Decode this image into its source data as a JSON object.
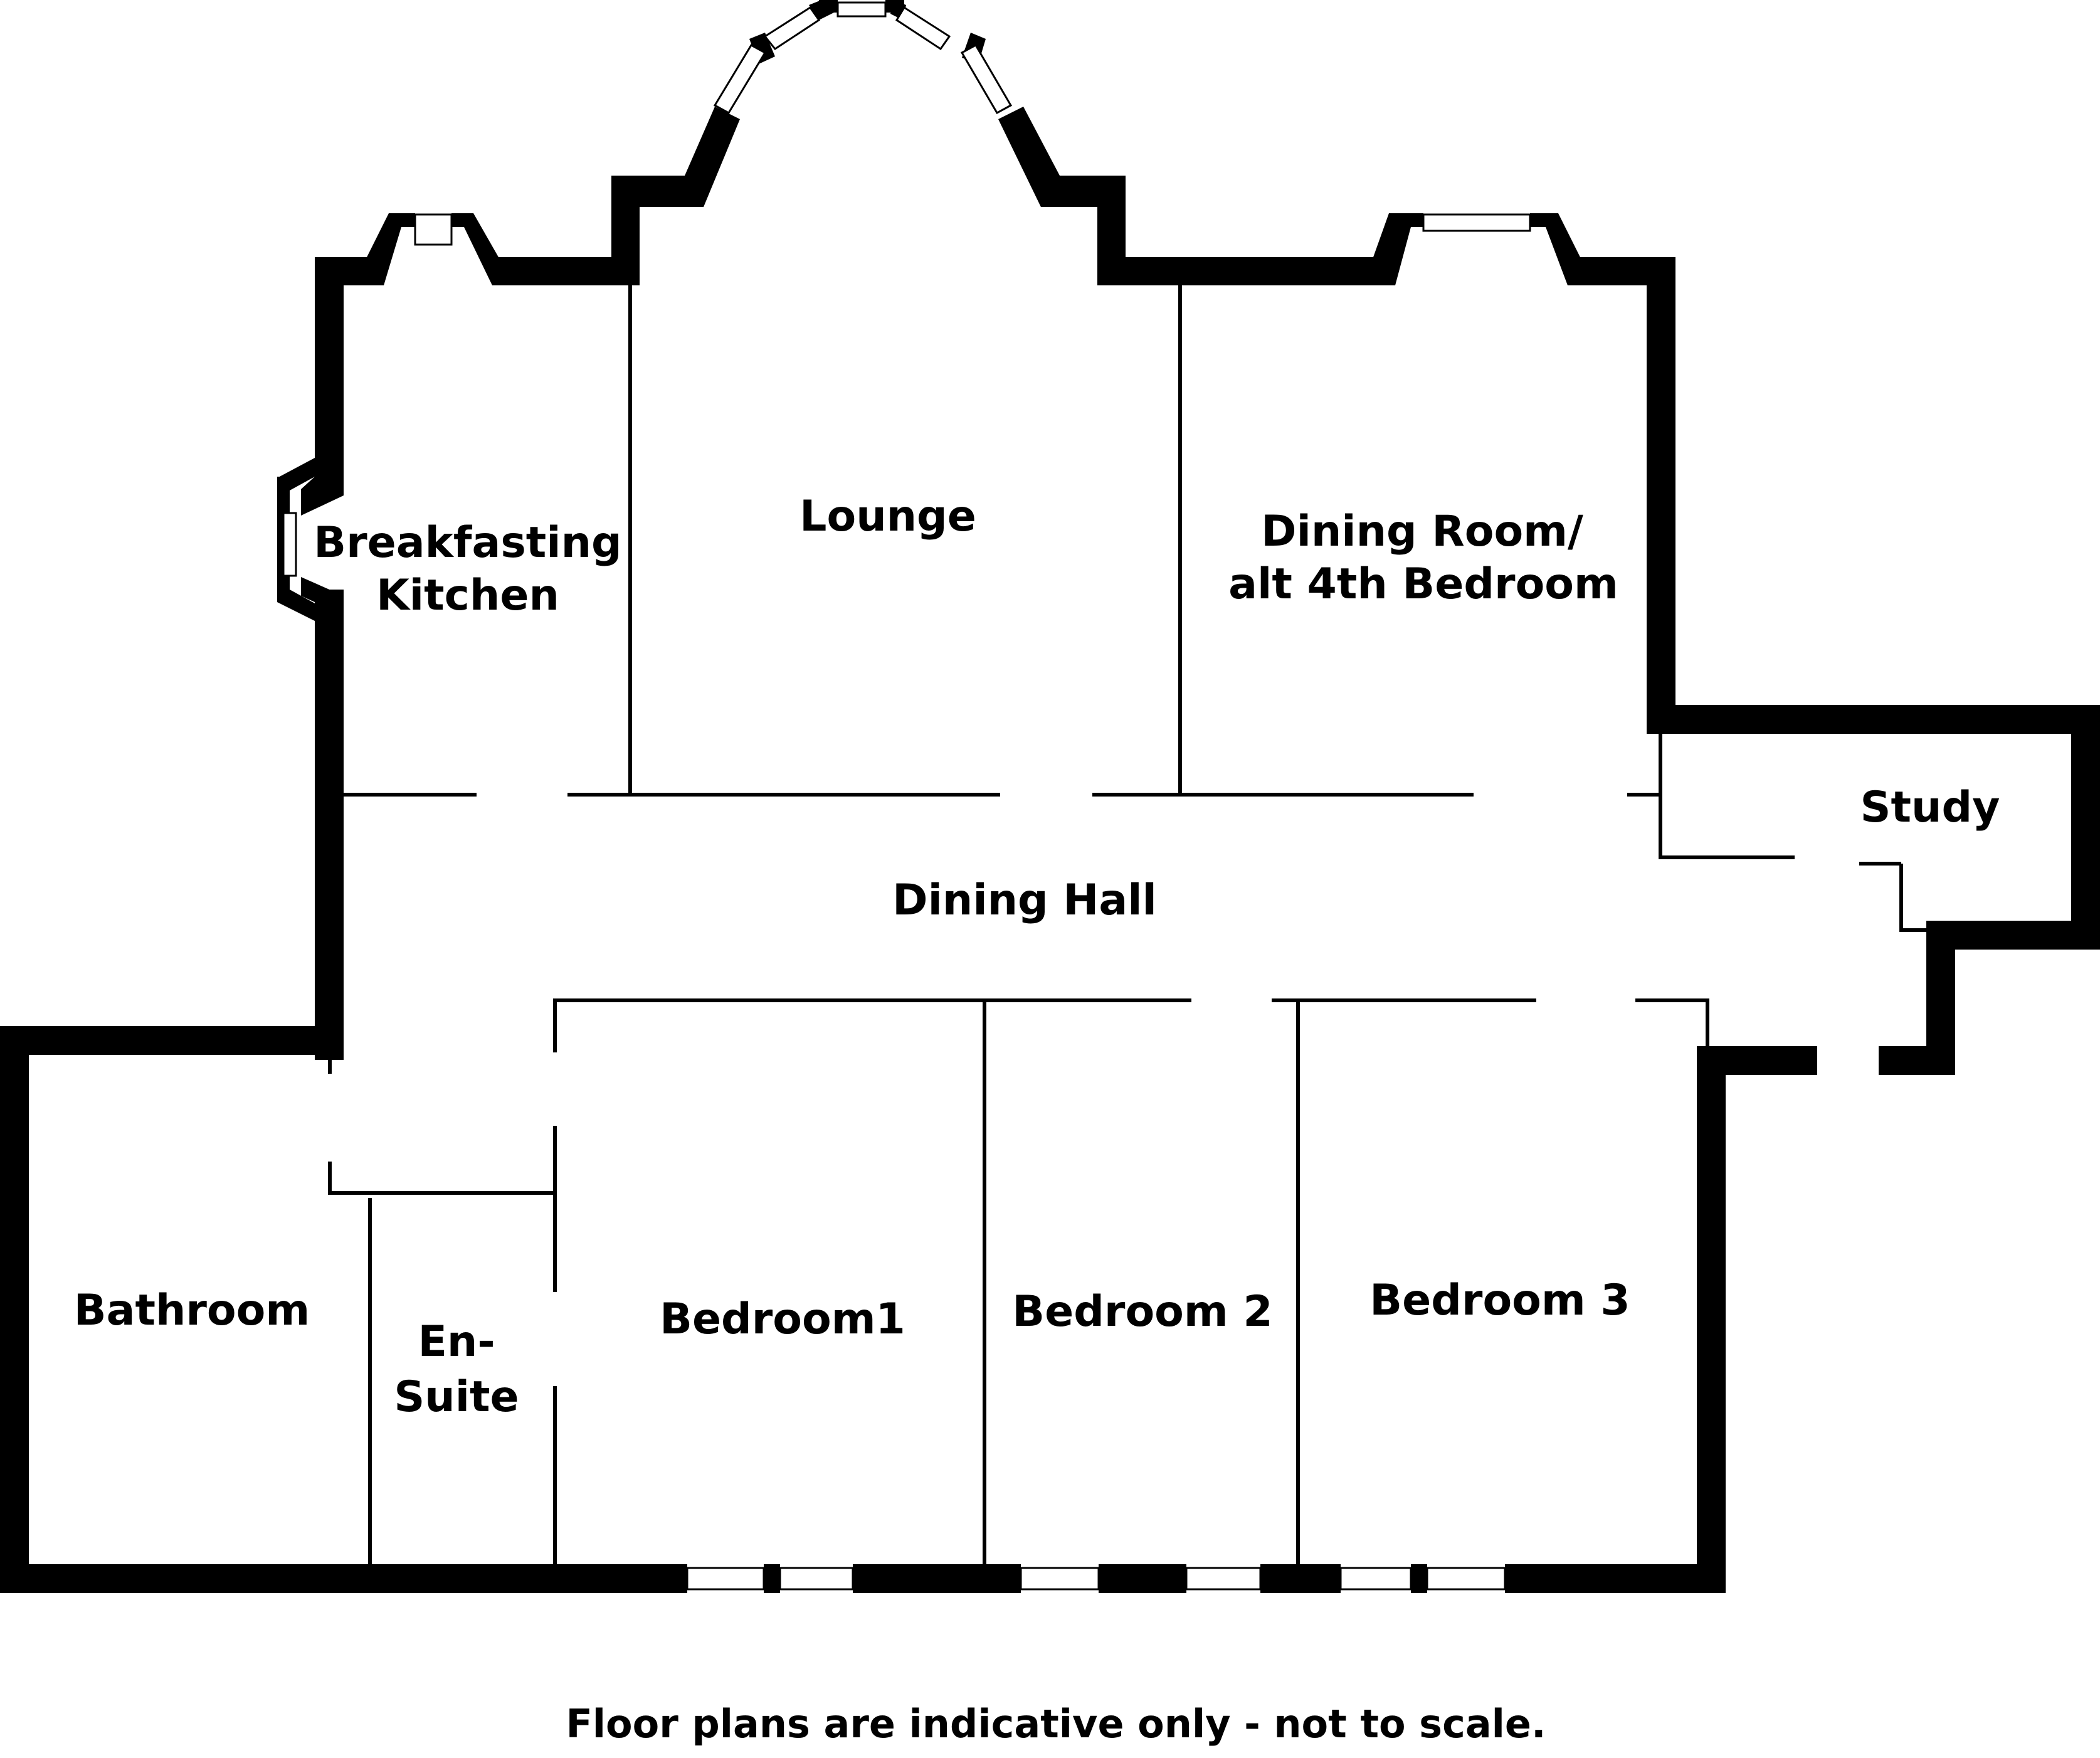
{
  "rooms": {
    "breakfasting_kitchen": {
      "line1": "Breakfasting",
      "line2": "Kitchen"
    },
    "lounge": {
      "label": "Lounge"
    },
    "dining_room": {
      "line1": "Dining Room/",
      "line2": "alt 4th Bedroom"
    },
    "study": {
      "label": "Study"
    },
    "dining_hall": {
      "label": "Dining Hall"
    },
    "bathroom": {
      "label": "Bathroom"
    },
    "en_suite": {
      "line1": "En-",
      "line2": "Suite"
    },
    "bedroom1": {
      "label": "Bedroom1"
    },
    "bedroom2": {
      "label": "Bedroom 2"
    },
    "bedroom3": {
      "label": "Bedroom 3"
    }
  },
  "footer": {
    "disclaimer": "Floor plans are indicative only - not to scale."
  }
}
